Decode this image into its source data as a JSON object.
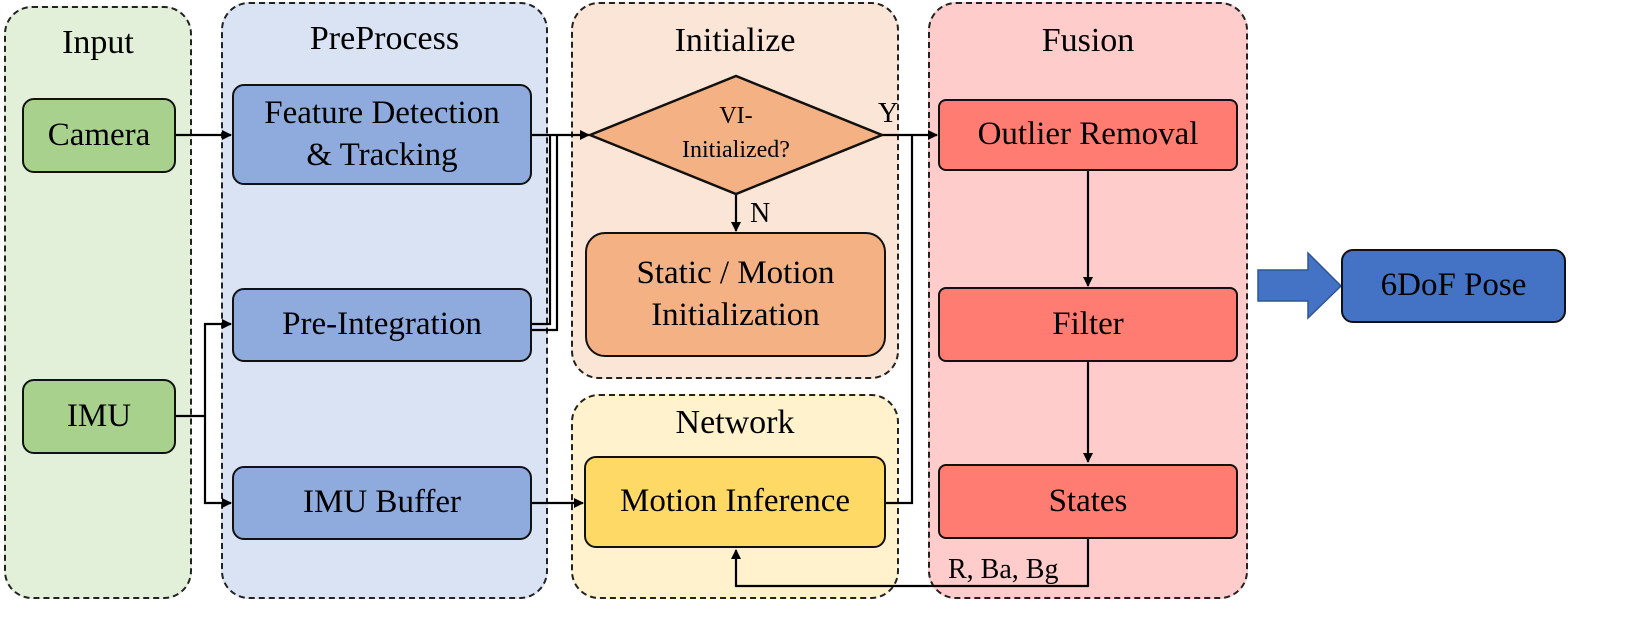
{
  "groups": {
    "input": "Input",
    "preprocess": "PreProcess",
    "initialize": "Initialize",
    "network": "Network",
    "fusion": "Fusion"
  },
  "nodes": {
    "camera": "Camera",
    "imu": "IMU",
    "feature_detection_line1": "Feature Detection",
    "feature_detection_line2": "& Tracking",
    "pre_integration": "Pre-Integration",
    "imu_buffer": "IMU Buffer",
    "vi_initialized_line1": "VI-",
    "vi_initialized_line2": "Initialized?",
    "static_motion_line1": "Static / Motion",
    "static_motion_line2": "Initialization",
    "motion_inference": "Motion Inference",
    "outlier_removal": "Outlier Removal",
    "filter": "Filter",
    "states": "States",
    "pose": "6DoF Pose"
  },
  "edge_labels": {
    "yes": "Y",
    "no": "N",
    "states_feedback": "R, Ba, Bg"
  },
  "colors": {
    "input_bg": "#e2efd9",
    "preprocess_bg": "#dae3f3",
    "initialize_bg": "#fbe5d6",
    "network_bg": "#fff2cc",
    "fusion_bg": "#ffcccc",
    "input_node": "#a9d18e",
    "preprocess_node": "#8faadc",
    "initialize_node": "#f4b183",
    "network_node": "#ffd966",
    "fusion_node": "#ff7c73",
    "output_node": "#4472c4"
  }
}
